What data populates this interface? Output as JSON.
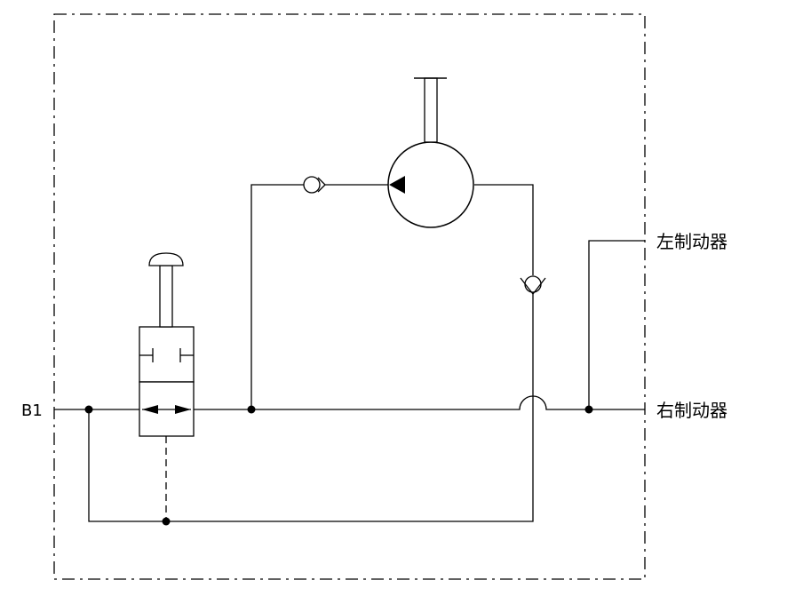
{
  "labels": {
    "port_b1": "B1",
    "left_brake": "左制动器",
    "right_brake": "右制动器"
  }
}
